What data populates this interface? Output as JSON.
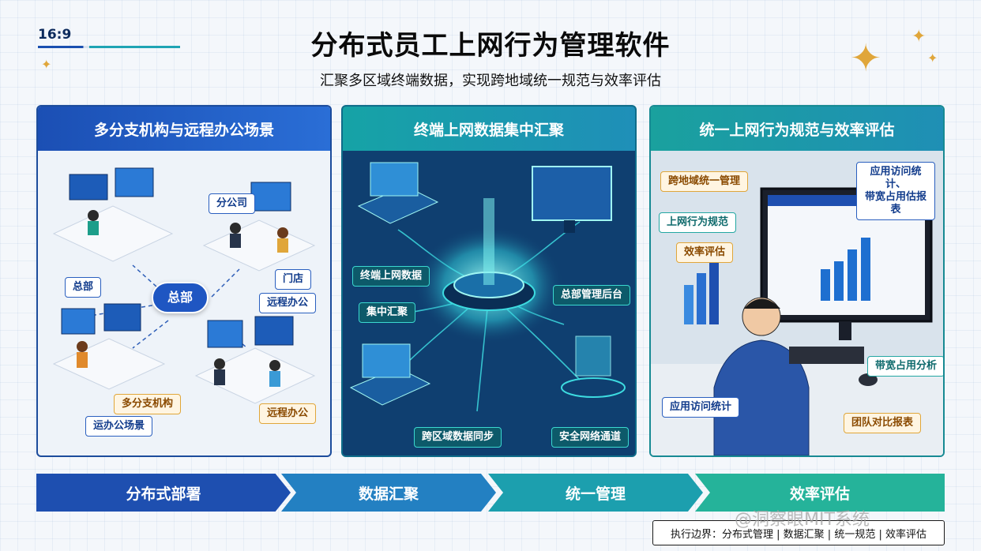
{
  "aspect": "16:9",
  "title": "分布式员工上网行为管理软件",
  "subtitle": "汇聚多区域终端数据，实现跨地域统一规范与效率评估",
  "panels": [
    {
      "title": "多分支机构与远程办公场景",
      "tags": [
        "分公司",
        "总部",
        "门店",
        "总部",
        "远程办公",
        "多分支机构",
        "运办公场景",
        "远程办公"
      ]
    },
    {
      "title": "终端上网数据集中汇聚",
      "tags": [
        "终端上网数据",
        "集中汇聚",
        "总部管理后台",
        "跨区域数据同步",
        "安全网络通道"
      ]
    },
    {
      "title": "统一上网行为规范与效率评估",
      "tags": [
        "跨地域统一管理",
        "应用访问统计、\n带宽占用估报表",
        "上网行为规范",
        "效率评估",
        "带宽占用分析",
        "应用访问统计",
        "团队对比报表"
      ]
    }
  ],
  "flow": [
    "分布式部署",
    "数据汇聚",
    "统一管理",
    "效率评估"
  ],
  "footer": "执行边界：分布式管理 | 数据汇聚 | 统一规范 | 效率评估",
  "watermark": "@洞察眼MIT系统",
  "colors": {
    "blue": "#1e4fb0",
    "teal": "#1c9fae",
    "green": "#25b39a",
    "gold": "#e0a63a"
  }
}
